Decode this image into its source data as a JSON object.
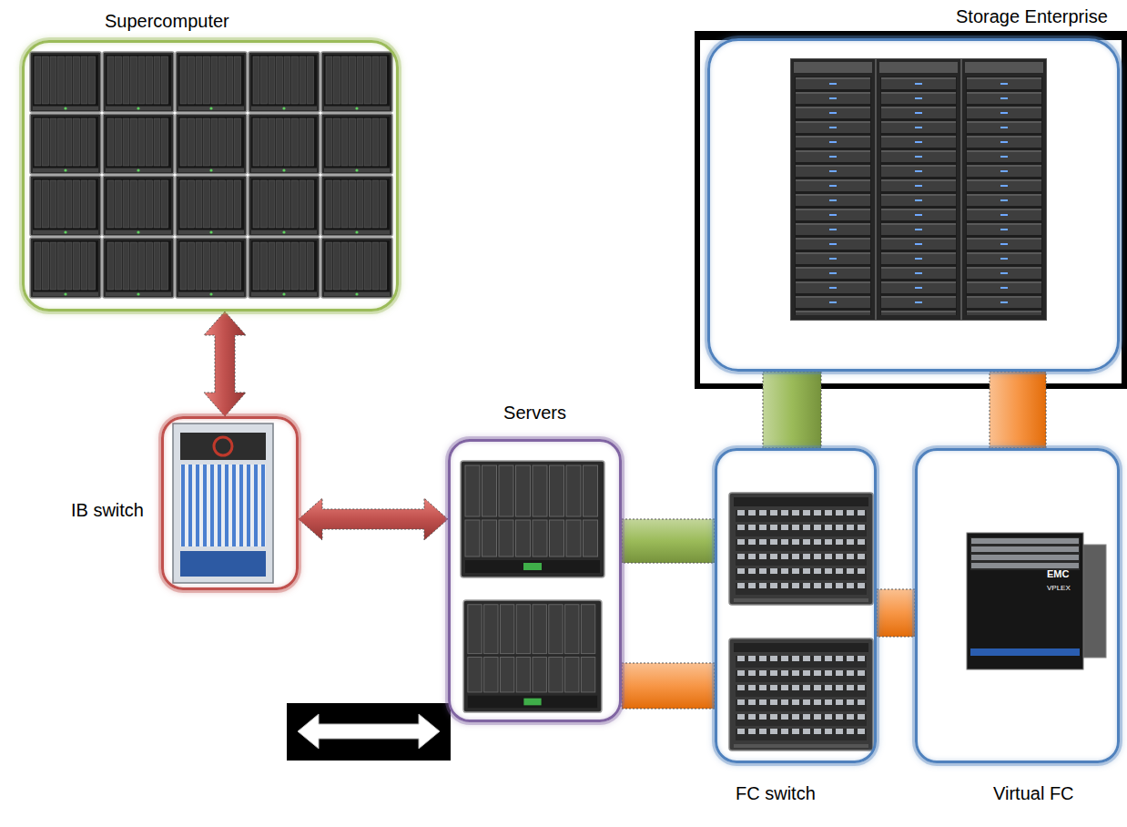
{
  "diagram": {
    "nodes": [
      {
        "text": [
          "Supercomputer"
        ]
      },
      {
        "text": [
          "Storage Enterprise"
        ]
      },
      {
        "text": [
          "IB switch"
        ]
      },
      {
        "text": [
          "Servers"
        ]
      },
      {
        "text": [
          "FC switch"
        ]
      },
      {
        "text": [
          "Virtual FC"
        ]
      }
    ],
    "edges": [
      {
        "from": 0,
        "to": 2,
        "arrow": "both"
      },
      {
        "from": 2,
        "to": 3,
        "arrow": "both"
      },
      {
        "from": 3,
        "to": 4,
        "arrow": "none"
      },
      {
        "from": 3,
        "to": 4,
        "arrow": "none"
      },
      {
        "from": 4,
        "to": 1,
        "arrow": "none"
      },
      {
        "from": 4,
        "to": 5,
        "arrow": "none"
      },
      {
        "from": 5,
        "to": 1,
        "arrow": "none"
      }
    ],
    "labels": [
      "EMC",
      "VPLEX"
    ]
  }
}
